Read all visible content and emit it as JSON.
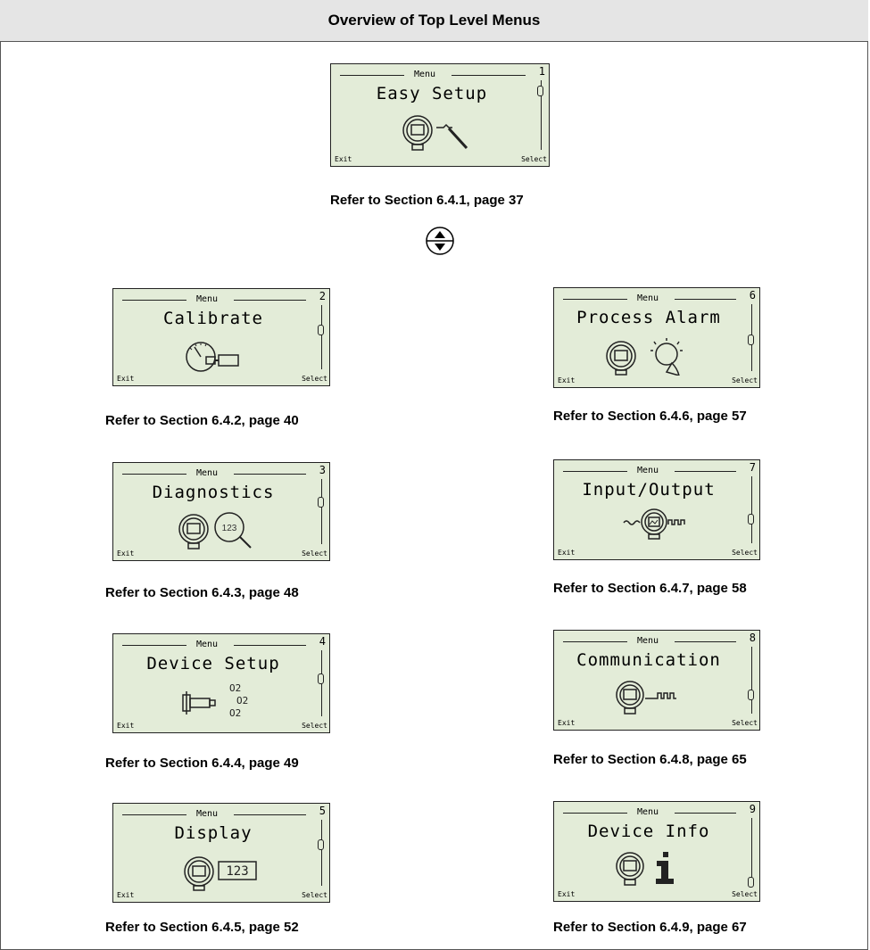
{
  "header": {
    "title": "Overview of Top Level Menus"
  },
  "screens": [
    {
      "menu": "Menu",
      "number": "1",
      "title": "Easy Setup",
      "exit": "Exit",
      "select": "Select",
      "icon": "transmitter-with-wrench-icon",
      "caption": "Refer to Section 6.4.1, page 37"
    },
    {
      "menu": "Menu",
      "number": "2",
      "title": "Calibrate",
      "exit": "Exit",
      "select": "Select",
      "icon": "gauge-screwdriver-icon",
      "caption": "Refer to Section 6.4.2, page 40"
    },
    {
      "menu": "Menu",
      "number": "3",
      "title": "Diagnostics",
      "exit": "Exit",
      "select": "Select",
      "icon": "transmitter-magnifier-icon",
      "icon_text": "123",
      "caption": "Refer to Section 6.4.3, page 48"
    },
    {
      "menu": "Menu",
      "number": "4",
      "title": "Device Setup",
      "exit": "Exit",
      "select": "Select",
      "icon": "probe-o2-icon",
      "icon_text": "O2",
      "caption": "Refer to Section 6.4.4, page 49"
    },
    {
      "menu": "Menu",
      "number": "5",
      "title": "Display",
      "exit": "Exit",
      "select": "Select",
      "icon": "transmitter-display-icon",
      "icon_text": "123",
      "caption": "Refer to Section 6.4.5, page 52"
    },
    {
      "menu": "Menu",
      "number": "6",
      "title": "Process Alarm",
      "exit": "Exit",
      "select": "Select",
      "icon": "transmitter-alarm-bell-icon",
      "caption": "Refer to Section 6.4.6, page 57"
    },
    {
      "menu": "Menu",
      "number": "7",
      "title": "Input/Output",
      "exit": "Exit",
      "select": "Select",
      "icon": "transmitter-signal-icon",
      "caption": "Refer to Section 6.4.7, page 58"
    },
    {
      "menu": "Menu",
      "number": "8",
      "title": "Communication",
      "exit": "Exit",
      "select": "Select",
      "icon": "transmitter-pulse-icon",
      "caption": "Refer to Section 6.4.8, page 65"
    },
    {
      "menu": "Menu",
      "number": "9",
      "title": "Device Info",
      "exit": "Exit",
      "select": "Select",
      "icon": "transmitter-info-icon",
      "caption": "Refer to Section 6.4.9, page 67"
    }
  ],
  "scroll_icon": "up-down-arrows-icon"
}
